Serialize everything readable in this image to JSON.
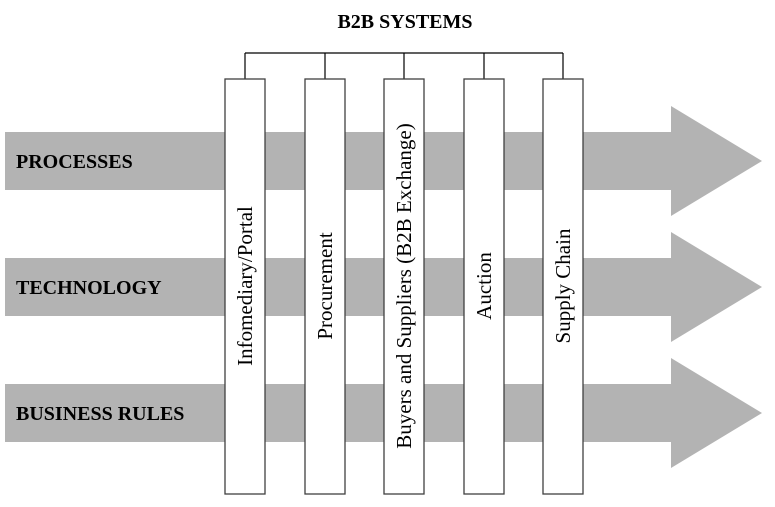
{
  "title": "B2B SYSTEMS",
  "colors": {
    "arrow_fill": "#b3b3b3",
    "column_fill": "#ffffff",
    "column_border": "#404040",
    "text": "#000000"
  },
  "arrows": [
    {
      "label": "PROCESSES"
    },
    {
      "label": "TECHNOLOGY"
    },
    {
      "label": "BUSINESS RULES"
    }
  ],
  "columns": [
    {
      "label": "Infomediary/Portal"
    },
    {
      "label": "Procurement"
    },
    {
      "label": "Buyers and Suppliers (B2B Exchange)"
    },
    {
      "label": "Auction"
    },
    {
      "label": "Supply Chain"
    }
  ]
}
